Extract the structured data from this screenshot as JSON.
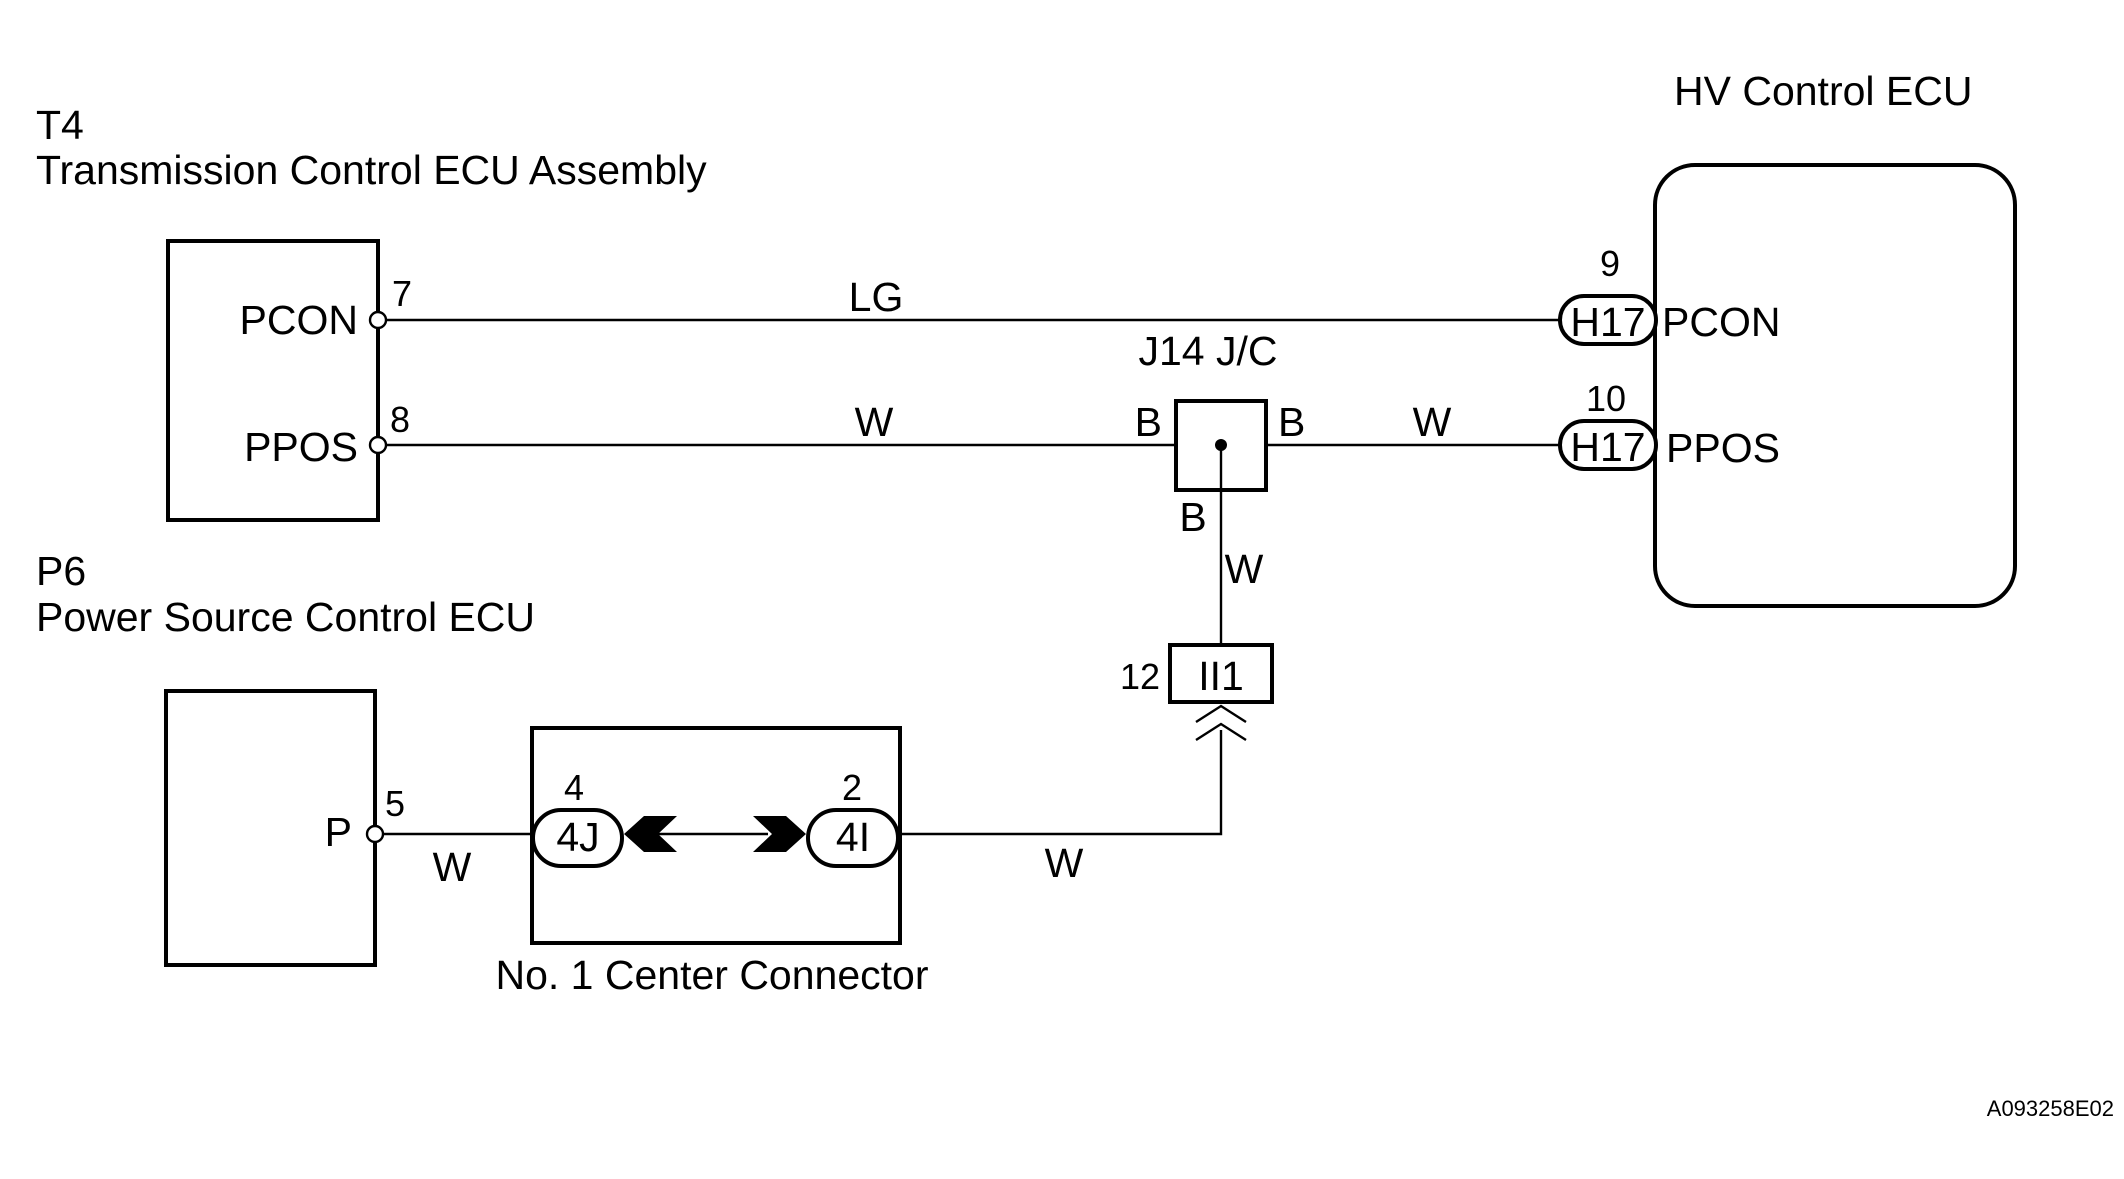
{
  "components": {
    "transmission_ecu": {
      "code": "T4",
      "name": "Transmission Control ECU Assembly",
      "pins": [
        {
          "number": "7",
          "label": "PCON"
        },
        {
          "number": "8",
          "label": "PPOS"
        }
      ]
    },
    "power_source_ecu": {
      "code": "P6",
      "name": "Power Source Control ECU",
      "pins": [
        {
          "number": "5",
          "label": "P"
        }
      ]
    },
    "hv_ecu": {
      "name": "HV Control ECU",
      "pins": [
        {
          "number": "9",
          "connector": "H17",
          "label": "PCON"
        },
        {
          "number": "10",
          "connector": "H17",
          "label": "PPOS"
        }
      ]
    },
    "junction": {
      "name": "J14 J/C",
      "terminals": [
        "B",
        "B",
        "B"
      ]
    },
    "center_connector": {
      "name": "No. 1 Center Connector",
      "pins": [
        {
          "number": "4",
          "connector": "4J"
        },
        {
          "number": "2",
          "connector": "4I"
        }
      ]
    },
    "inline_connector": {
      "number": "12",
      "connector": "II1"
    }
  },
  "wires": [
    {
      "color": "LG"
    },
    {
      "color": "W"
    },
    {
      "color": "W"
    },
    {
      "color": "W"
    },
    {
      "color": "W"
    },
    {
      "color": "W"
    }
  ],
  "figure_code": "A093258E02"
}
